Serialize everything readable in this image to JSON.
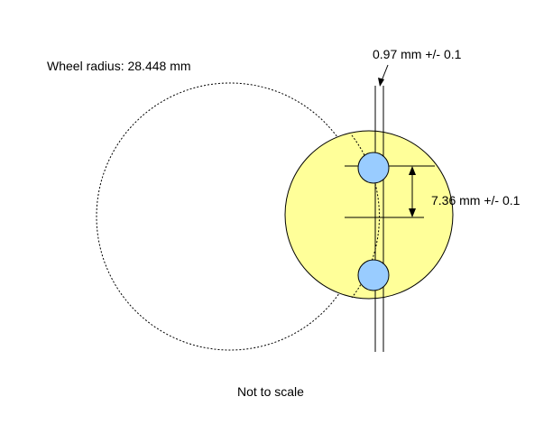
{
  "diagram": {
    "wheel_radius_label": "Wheel radius: 28.448 mm",
    "gap_label": "0.97 mm +/- 0.1",
    "spacing_label": "7.36 mm +/- 0.1",
    "scale_note": "Not to scale"
  },
  "colors": {
    "background": "#ffffff",
    "sensor_fill": "#ffff99",
    "magnet_fill": "#99ccff",
    "stroke": "#000000"
  }
}
